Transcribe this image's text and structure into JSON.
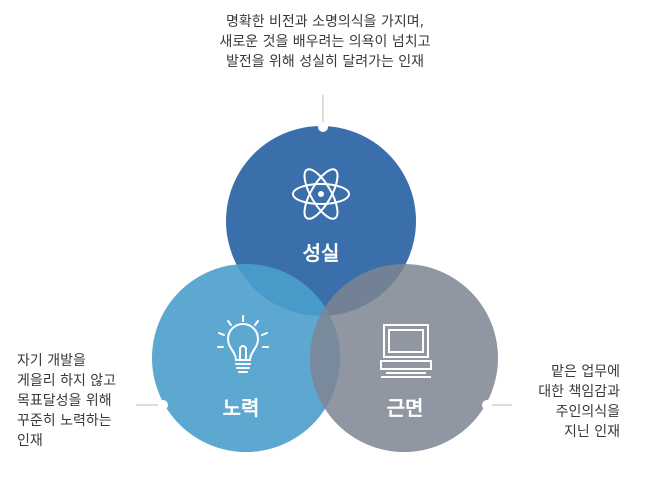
{
  "colors": {
    "sincerity": "#2f67a8",
    "effort": "#4a9ecb",
    "diligence": "#7d8592",
    "connector": "#b9b9b9"
  },
  "circles": {
    "sincerity": {
      "label": "성실",
      "icon": "atom-icon"
    },
    "effort": {
      "label": "노력",
      "icon": "lightbulb-icon"
    },
    "diligence": {
      "label": "근면",
      "icon": "computer-icon"
    }
  },
  "captions": {
    "top": [
      "명확한 비전과 소명의식을 가지며,",
      "새로운 것을 배우려는 의욕이 넘치고",
      "발전을 위해 성실히 달려가는 인재"
    ],
    "left": [
      "자기 개발을",
      "게을리 하지 않고",
      "목표달성을 위해",
      "꾸준히 노력하는",
      "인재"
    ],
    "right": [
      "맡은 업무에",
      "대한 책임감과",
      "주인의식을",
      "지닌 인재"
    ]
  }
}
